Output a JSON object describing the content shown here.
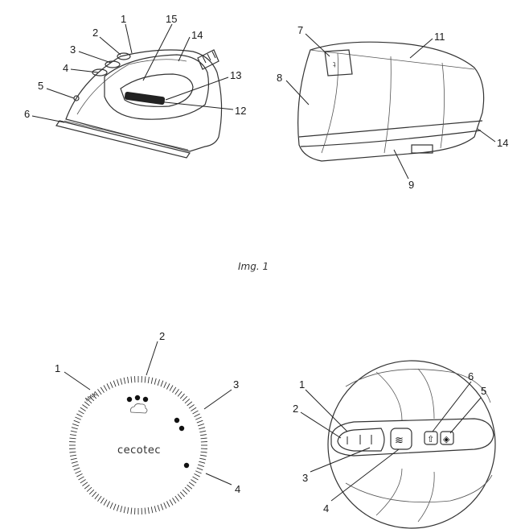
{
  "figure_caption": "Img. 1",
  "iron_side": {
    "callouts": [
      "1",
      "2",
      "3",
      "4",
      "5",
      "6",
      "12",
      "13",
      "14",
      "15"
    ]
  },
  "iron_back": {
    "callouts": [
      "7",
      "8",
      "9",
      "11",
      "14"
    ]
  },
  "dial": {
    "brand": "cecotec",
    "max_label": "MAX",
    "callouts": [
      "1",
      "2",
      "3",
      "4"
    ],
    "tick_count": 120
  },
  "handle_panel": {
    "callouts": [
      "1",
      "2",
      "3",
      "4",
      "5",
      "6"
    ]
  }
}
